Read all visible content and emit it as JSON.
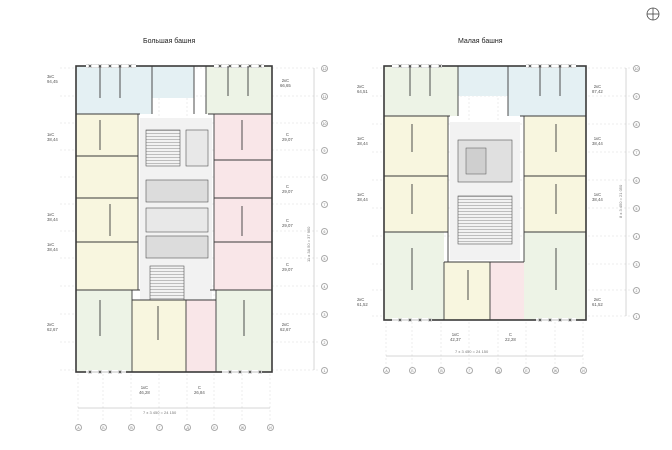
{
  "left_tower": {
    "title": "Большая башня",
    "units": [
      {
        "type": "3кС",
        "area": "94,45"
      },
      {
        "type": "2кС",
        "area": "66,65"
      },
      {
        "type": "1кС",
        "area": "38,44"
      },
      {
        "type": "С",
        "area": "29,07"
      },
      {
        "type": "С",
        "area": "29,07"
      },
      {
        "type": "С",
        "area": "29,07"
      },
      {
        "type": "С",
        "area": "29,07"
      },
      {
        "type": "1кС",
        "area": "38,44"
      },
      {
        "type": "1кС",
        "area": "38,44"
      },
      {
        "type": "2кС",
        "area": "62,67"
      },
      {
        "type": "2кС",
        "area": "62,67"
      },
      {
        "type": "1кС",
        "area": "46,28"
      },
      {
        "type": "С",
        "area": "26,84"
      }
    ],
    "dimension_h": "7 x 3 450 = 24 150",
    "dimension_v": "11 x 3A 50 = 37 950",
    "col_axes": [
      "А",
      "Б",
      "В",
      "Г",
      "Д",
      "Е",
      "Ж",
      "И"
    ],
    "row_axes": [
      "12",
      "11",
      "10",
      "9",
      "8",
      "7",
      "6",
      "5",
      "4",
      "3",
      "2",
      "1"
    ]
  },
  "right_tower": {
    "title": "Малая башня",
    "units": [
      {
        "type": "2кС",
        "area": "64,51"
      },
      {
        "type": "2кС",
        "area": "87,42"
      },
      {
        "type": "1кС",
        "area": "38,44"
      },
      {
        "type": "1кС",
        "area": "38,44"
      },
      {
        "type": "1кС",
        "area": "38,44"
      },
      {
        "type": "1кС",
        "area": "38,44"
      },
      {
        "type": "2кС",
        "area": "61,52"
      },
      {
        "type": "2кС",
        "area": "61,52"
      },
      {
        "type": "1кС",
        "area": "42,37"
      },
      {
        "type": "С",
        "area": "22,28"
      }
    ],
    "dimension_h": "7 x 3 450 = 24 150",
    "dimension_v": "8 x 3 450 = 21 050",
    "col_axes": [
      "А",
      "Б",
      "В",
      "Г",
      "Д",
      "Е",
      "Ж",
      "И"
    ],
    "row_axes": [
      "10",
      "9",
      "8",
      "7",
      "6",
      "5",
      "4",
      "3",
      "2",
      "1"
    ]
  },
  "colors": {
    "blue": "#e4f0f3",
    "yellow": "#f8f6df",
    "green": "#edf3e6",
    "pink": "#f9e6e8",
    "wall": "#3a3a3a",
    "core": "#cfcfcf"
  },
  "icons": [
    "compass-icon"
  ]
}
